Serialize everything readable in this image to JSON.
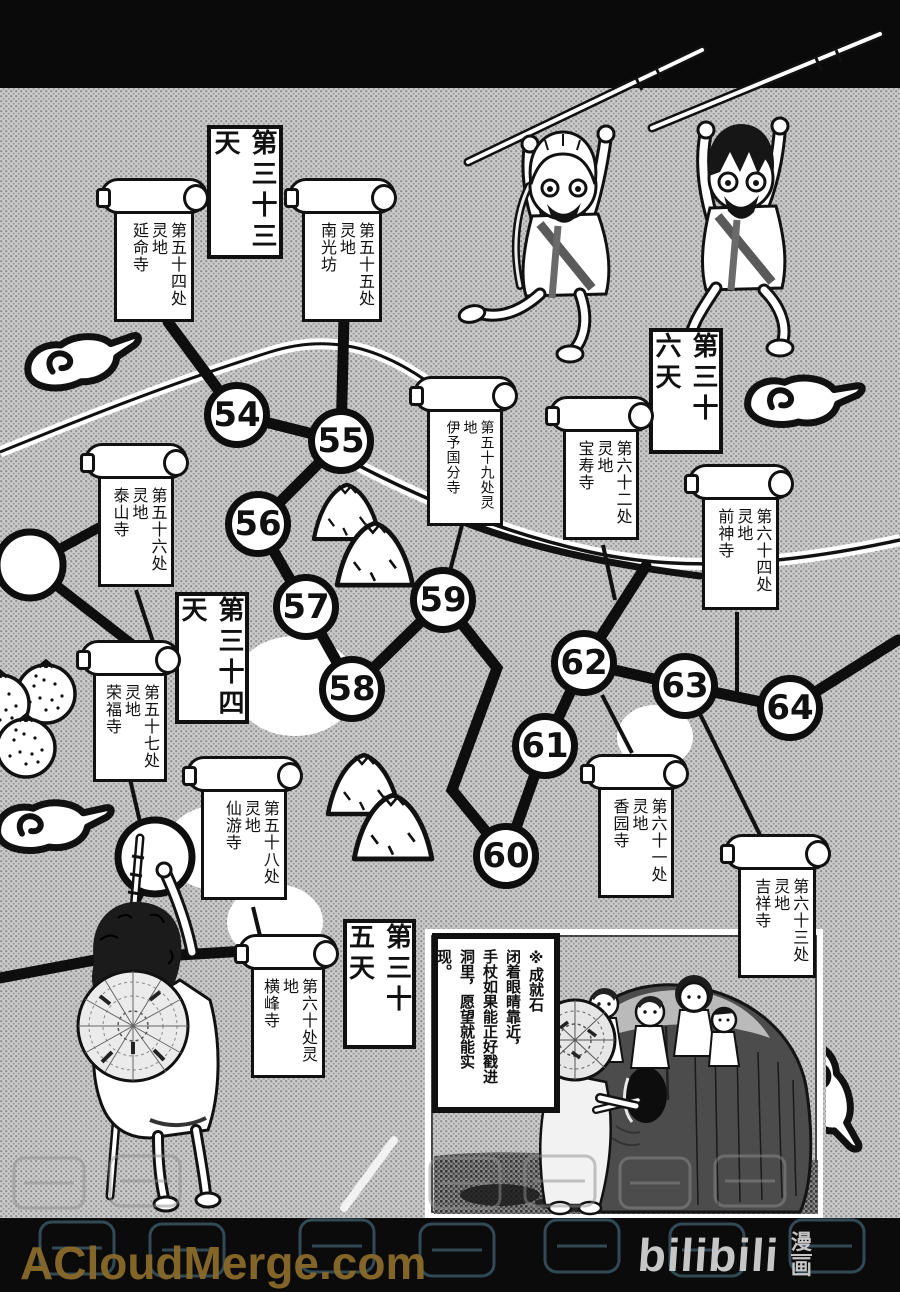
{
  "colors": {
    "ink": "#111111",
    "paper": "#ffffff",
    "halftone": "#c9c9c9",
    "top_band": "#0a0a0a",
    "bottom_band": "#0b0b0b",
    "watermark_text": "#8a6a2a",
    "logo_text": "#c6c6c6"
  },
  "days": {
    "d33": "第三十三天",
    "d34": "第三十四天",
    "d35": "第三十五天",
    "d36": "第三十六天"
  },
  "nodes": {
    "n54": "54",
    "n55": "55",
    "n56": "56",
    "n57": "57",
    "n58": "58",
    "n59": "59",
    "n60": "60",
    "n61": "61",
    "n62": "62",
    "n63": "63",
    "n64": "64"
  },
  "scrolls": {
    "s54": {
      "site": "第五十四处灵地",
      "temple": "延命寺"
    },
    "s55": {
      "site": "第五十五处灵地",
      "temple": "南光坊"
    },
    "s56": {
      "site": "第五十六处灵地",
      "temple": "泰山寺"
    },
    "s57": {
      "site": "第五十七处灵地",
      "temple": "荣福寺"
    },
    "s58": {
      "site": "第五十八处灵地",
      "temple": "仙游寺"
    },
    "s59": {
      "site": "第五十九处灵地",
      "temple": "伊予国分寺"
    },
    "s60": {
      "site": "第六十处灵地",
      "temple": "横峰寺"
    },
    "s61": {
      "site": "第六十一处灵地",
      "temple": "香园寺"
    },
    "s62": {
      "site": "第六十二处灵地",
      "temple": "宝寿寺"
    },
    "s63": {
      "site": "第六十三处灵地",
      "temple": "吉祥寺"
    },
    "s64": {
      "site": "第六十四处灵地",
      "temple": "前神寺"
    }
  },
  "note": {
    "l1": "※成就石",
    "l2": "闭着眼睛靠近，",
    "l3": "手杖如果能正好戳进",
    "l4": "洞里，愿望就能实现。"
  },
  "footer": {
    "watermark": "ACloudMerge.com",
    "logo_main": "bilibili",
    "logo_sub_top": "漫",
    "logo_sub_bottom": "画"
  }
}
